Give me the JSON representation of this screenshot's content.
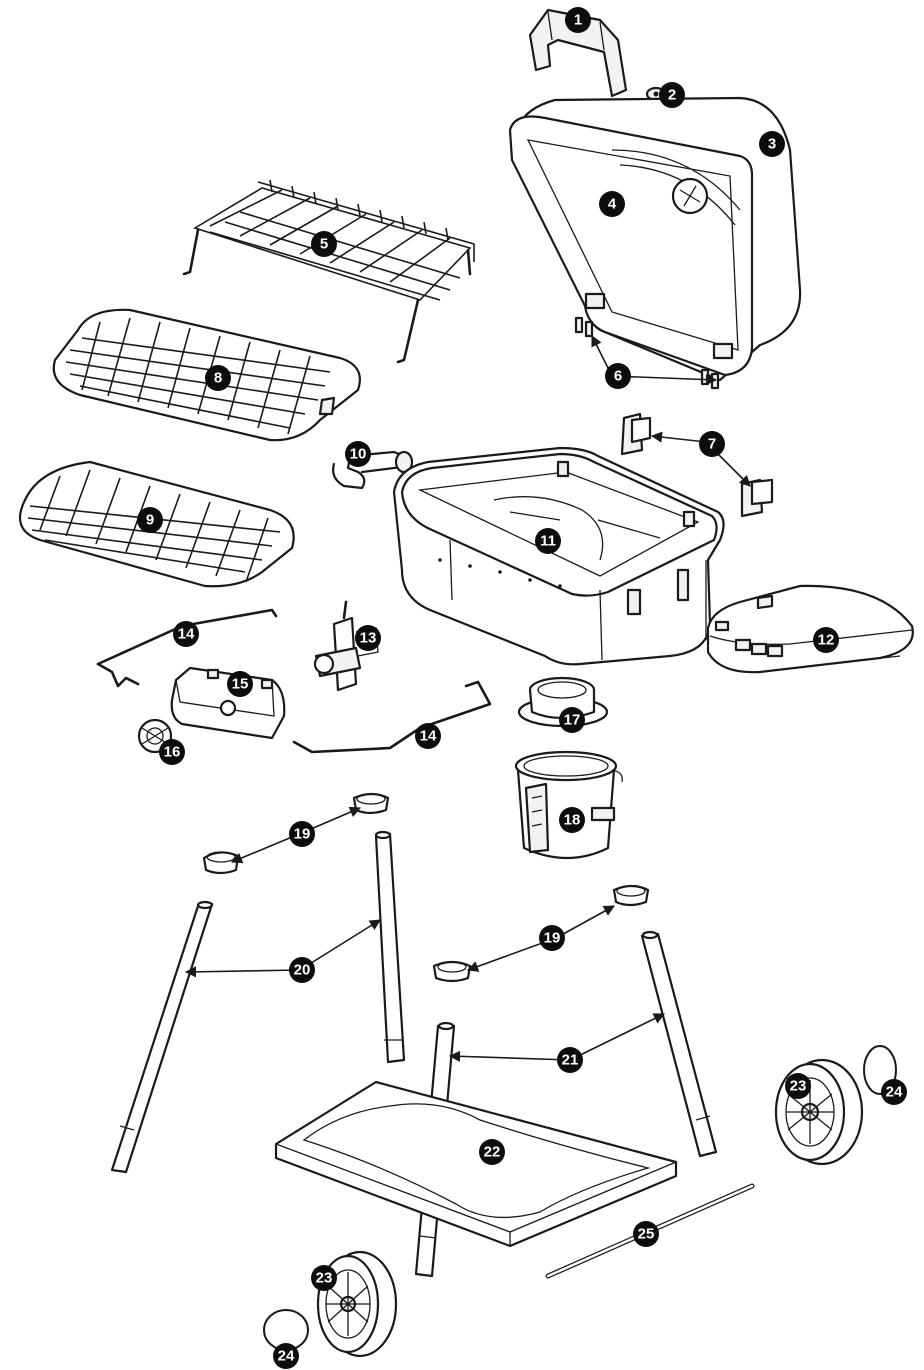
{
  "diagram": {
    "type": "exploded-parts-view",
    "callouts": [
      "1",
      "2",
      "3",
      "4",
      "5",
      "6",
      "7",
      "8",
      "9",
      "10",
      "11",
      "12",
      "13",
      "14",
      "15",
      "16",
      "17",
      "18",
      "19",
      "20",
      "21",
      "22",
      "23",
      "24",
      "25"
    ]
  }
}
